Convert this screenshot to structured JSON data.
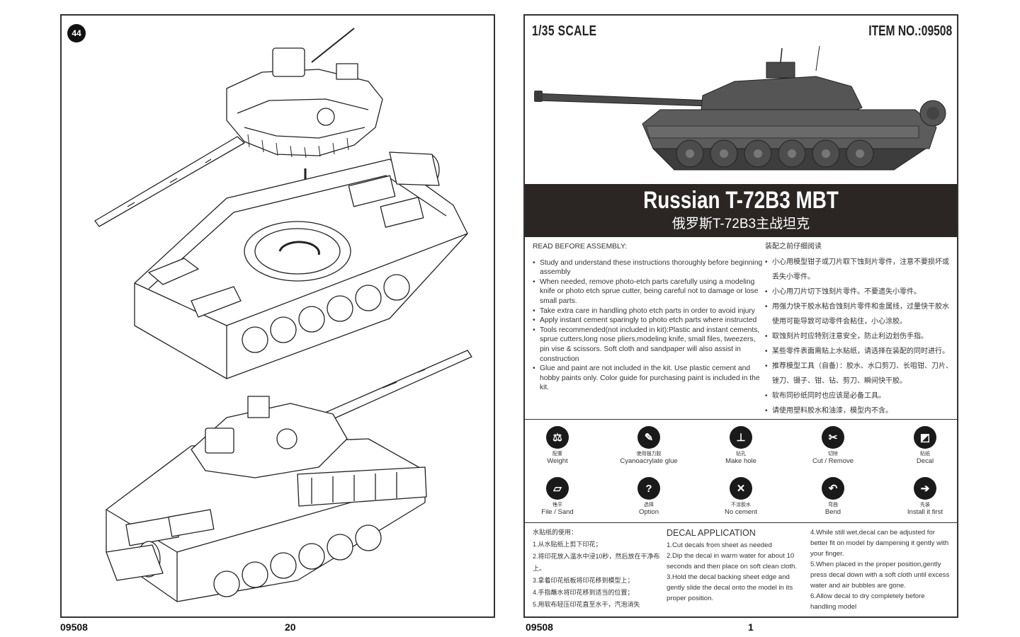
{
  "left_page": {
    "step_number": "44",
    "footer_item": "09508",
    "footer_page": "20"
  },
  "right_page": {
    "scale": "1/35 SCALE",
    "item_no": "ITEM NO.:09508",
    "title_en": "Russian T-72B3 MBT",
    "title_cn": "俄罗斯T-72B3主战坦克",
    "read_before": {
      "header_en": "READ BEFORE ASSEMBLY:",
      "items_en": [
        "Study and understand these instructions thoroughly before beginning assembly",
        "When needed, remove photo-etch parts carefully using a modeling knife or photo etch sprue cutter, being careful not to damage or lose small parts.",
        "Take extra care in handling photo etch parts in order to avoid injury",
        "Apply instant cement sparingly to photo etch parts where instructed",
        "Tools recommended(not included in kit):Plastic and instant cements, sprue cutters,long nose pliers,modeling knife, small files, tweezers, pin vise & scissors. Soft cloth and sandpaper will also assist in construction",
        "Glue and paint are not included in the kit. Use plastic cement and hobby paints only. Color guide for purchasing paint is included in the kit."
      ],
      "header_cn": "装配之前仔细阅读",
      "items_cn": [
        "小心用模型钳子或刀片取下蚀刻片零件，注意不要损坏或丢失小零件。",
        "小心用刀片切下蚀刻片零件。不要遗失小零件。",
        "用强力快干胶水粘合蚀刻片零件和金属线，过量快干胶水使用可能导致可动零件会粘住，小心涂胶。",
        "取蚀刻片时应特别注意安全，防止利边划伤手指。",
        "某些零件表面需贴上水贴纸，请选择在装配的同时进行。",
        "推荐模型工具（自备）：胶水、水口剪刀、长咀钳、刀片、锉刀、镊子、钳、钻、剪刀、瞬间快干胶。",
        "软布同砂纸同时也应该是必备工具。",
        "请使用塑料胶水和油漆，模型内不含。"
      ]
    },
    "icons": [
      {
        "name": "weight",
        "cn": "配重",
        "en": "Weight",
        "glyph": "⚖"
      },
      {
        "name": "glue",
        "cn": "使用强力胶",
        "en": "Cyanoacrylate glue",
        "glyph": "✎"
      },
      {
        "name": "drill",
        "cn": "钻孔",
        "en": "Make hole",
        "glyph": "⊥"
      },
      {
        "name": "cut",
        "cn": "切除",
        "en": "Cut / Remove",
        "glyph": "✂"
      },
      {
        "name": "decal",
        "cn": "贴纸",
        "en": "Decal",
        "glyph": "◩"
      },
      {
        "name": "file",
        "cn": "锉平",
        "en": "File / Sand",
        "glyph": "▱"
      },
      {
        "name": "option",
        "cn": "选择",
        "en": "Option",
        "glyph": "?"
      },
      {
        "name": "no-cement",
        "cn": "不涂胶水",
        "en": "No cement",
        "glyph": "✕"
      },
      {
        "name": "bend",
        "cn": "弯曲",
        "en": "Bend",
        "glyph": "↶"
      },
      {
        "name": "install-first",
        "cn": "先装",
        "en": "Install it first",
        "glyph": "➔"
      }
    ],
    "decal_cn": {
      "header": "水贴纸的使用：",
      "steps": [
        "1.从水贴纸上剪下印花；",
        "2.将印花放入温水中浸10秒，然后放在干净布上。",
        "3.拿着印花纸板将印花移到模型上；",
        "4.手指蘸水将印花移到适当的位置；",
        "5.用软布轻压印花直至水干，汽泡消失"
      ]
    },
    "decal_en": {
      "header": "DECAL APPLICATION",
      "steps_a": [
        "1.Cut decals from sheet as needed",
        "2.Dip the decal in warm water for about 10 seconds and then place on soft clean cloth.",
        "3.Hold the decal backing sheet edge and gently slide the decal onto the model in its proper position."
      ],
      "steps_b": [
        "4.While still wet,decal can be adjusted for better fit on model by dampening it gently with your finger.",
        "5.When placed in the proper position,gently press decal down with a soft cloth until excess water and air bubbles are gone.",
        "6.Allow decal to dry completely before handling model"
      ]
    },
    "footer_item": "09508",
    "footer_page": "1"
  }
}
